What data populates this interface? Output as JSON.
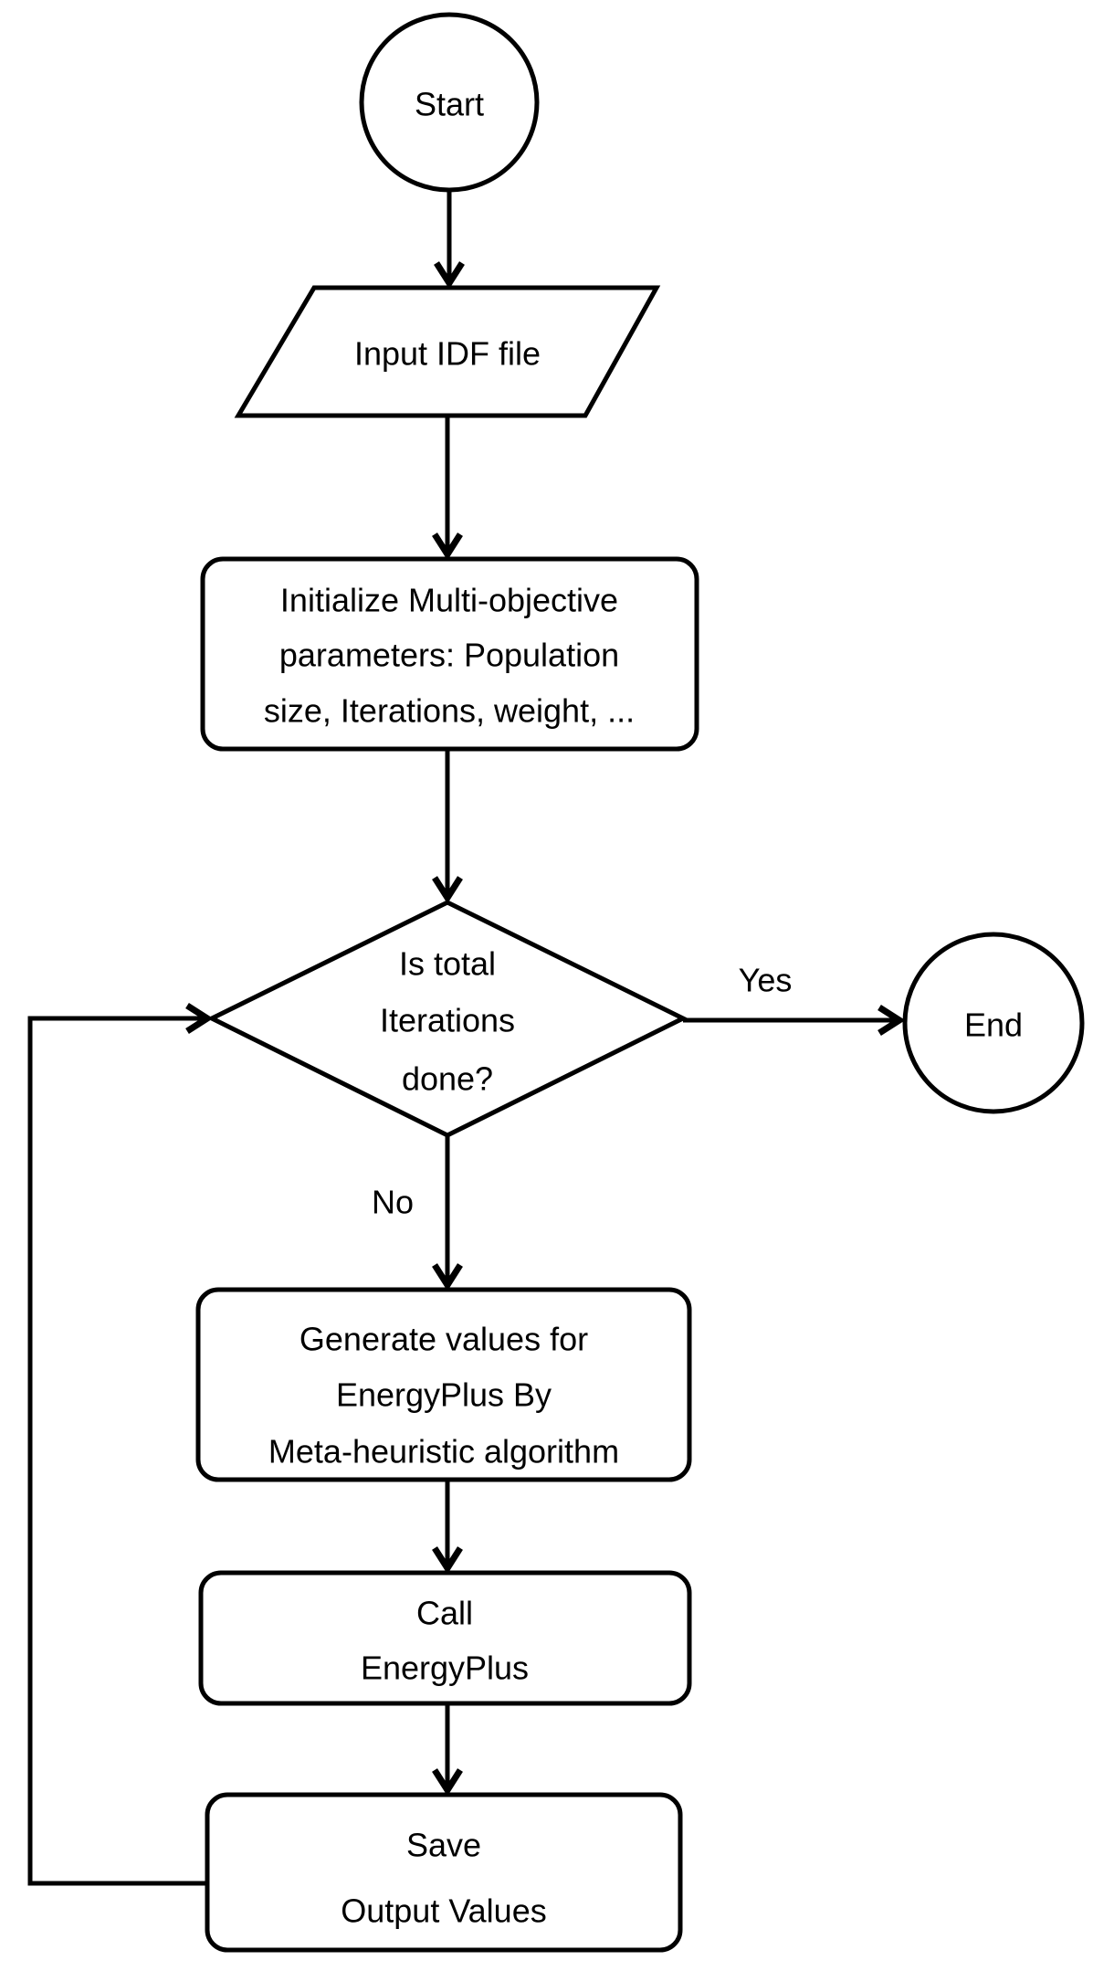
{
  "flowchart": {
    "nodes": {
      "start": {
        "shape": "circle",
        "label": "Start"
      },
      "input_idf": {
        "shape": "parallelogram",
        "label": "Input IDF file"
      },
      "initialize": {
        "shape": "rounded-rect",
        "lines": [
          "Initialize Multi-objective",
          "parameters: Population",
          "size, Iterations, weight, ..."
        ]
      },
      "decision": {
        "shape": "diamond",
        "lines": [
          "Is total",
          "Iterations",
          "done?"
        ]
      },
      "end": {
        "shape": "circle",
        "label": "End"
      },
      "generate": {
        "shape": "rounded-rect",
        "lines": [
          "Generate values for",
          "EnergyPlus By",
          "Meta-heuristic algorithm"
        ]
      },
      "call_energyplus": {
        "shape": "rounded-rect",
        "lines": [
          "Call",
          "EnergyPlus"
        ]
      },
      "save_output": {
        "shape": "rounded-rect",
        "lines": [
          "Save",
          "Output Values"
        ]
      }
    },
    "edge_labels": {
      "yes": "Yes",
      "no": "No"
    },
    "colors": {
      "stroke": "#000000",
      "shape_fill": "#ffffff",
      "text": "#000000",
      "background": "#ffffff"
    }
  }
}
